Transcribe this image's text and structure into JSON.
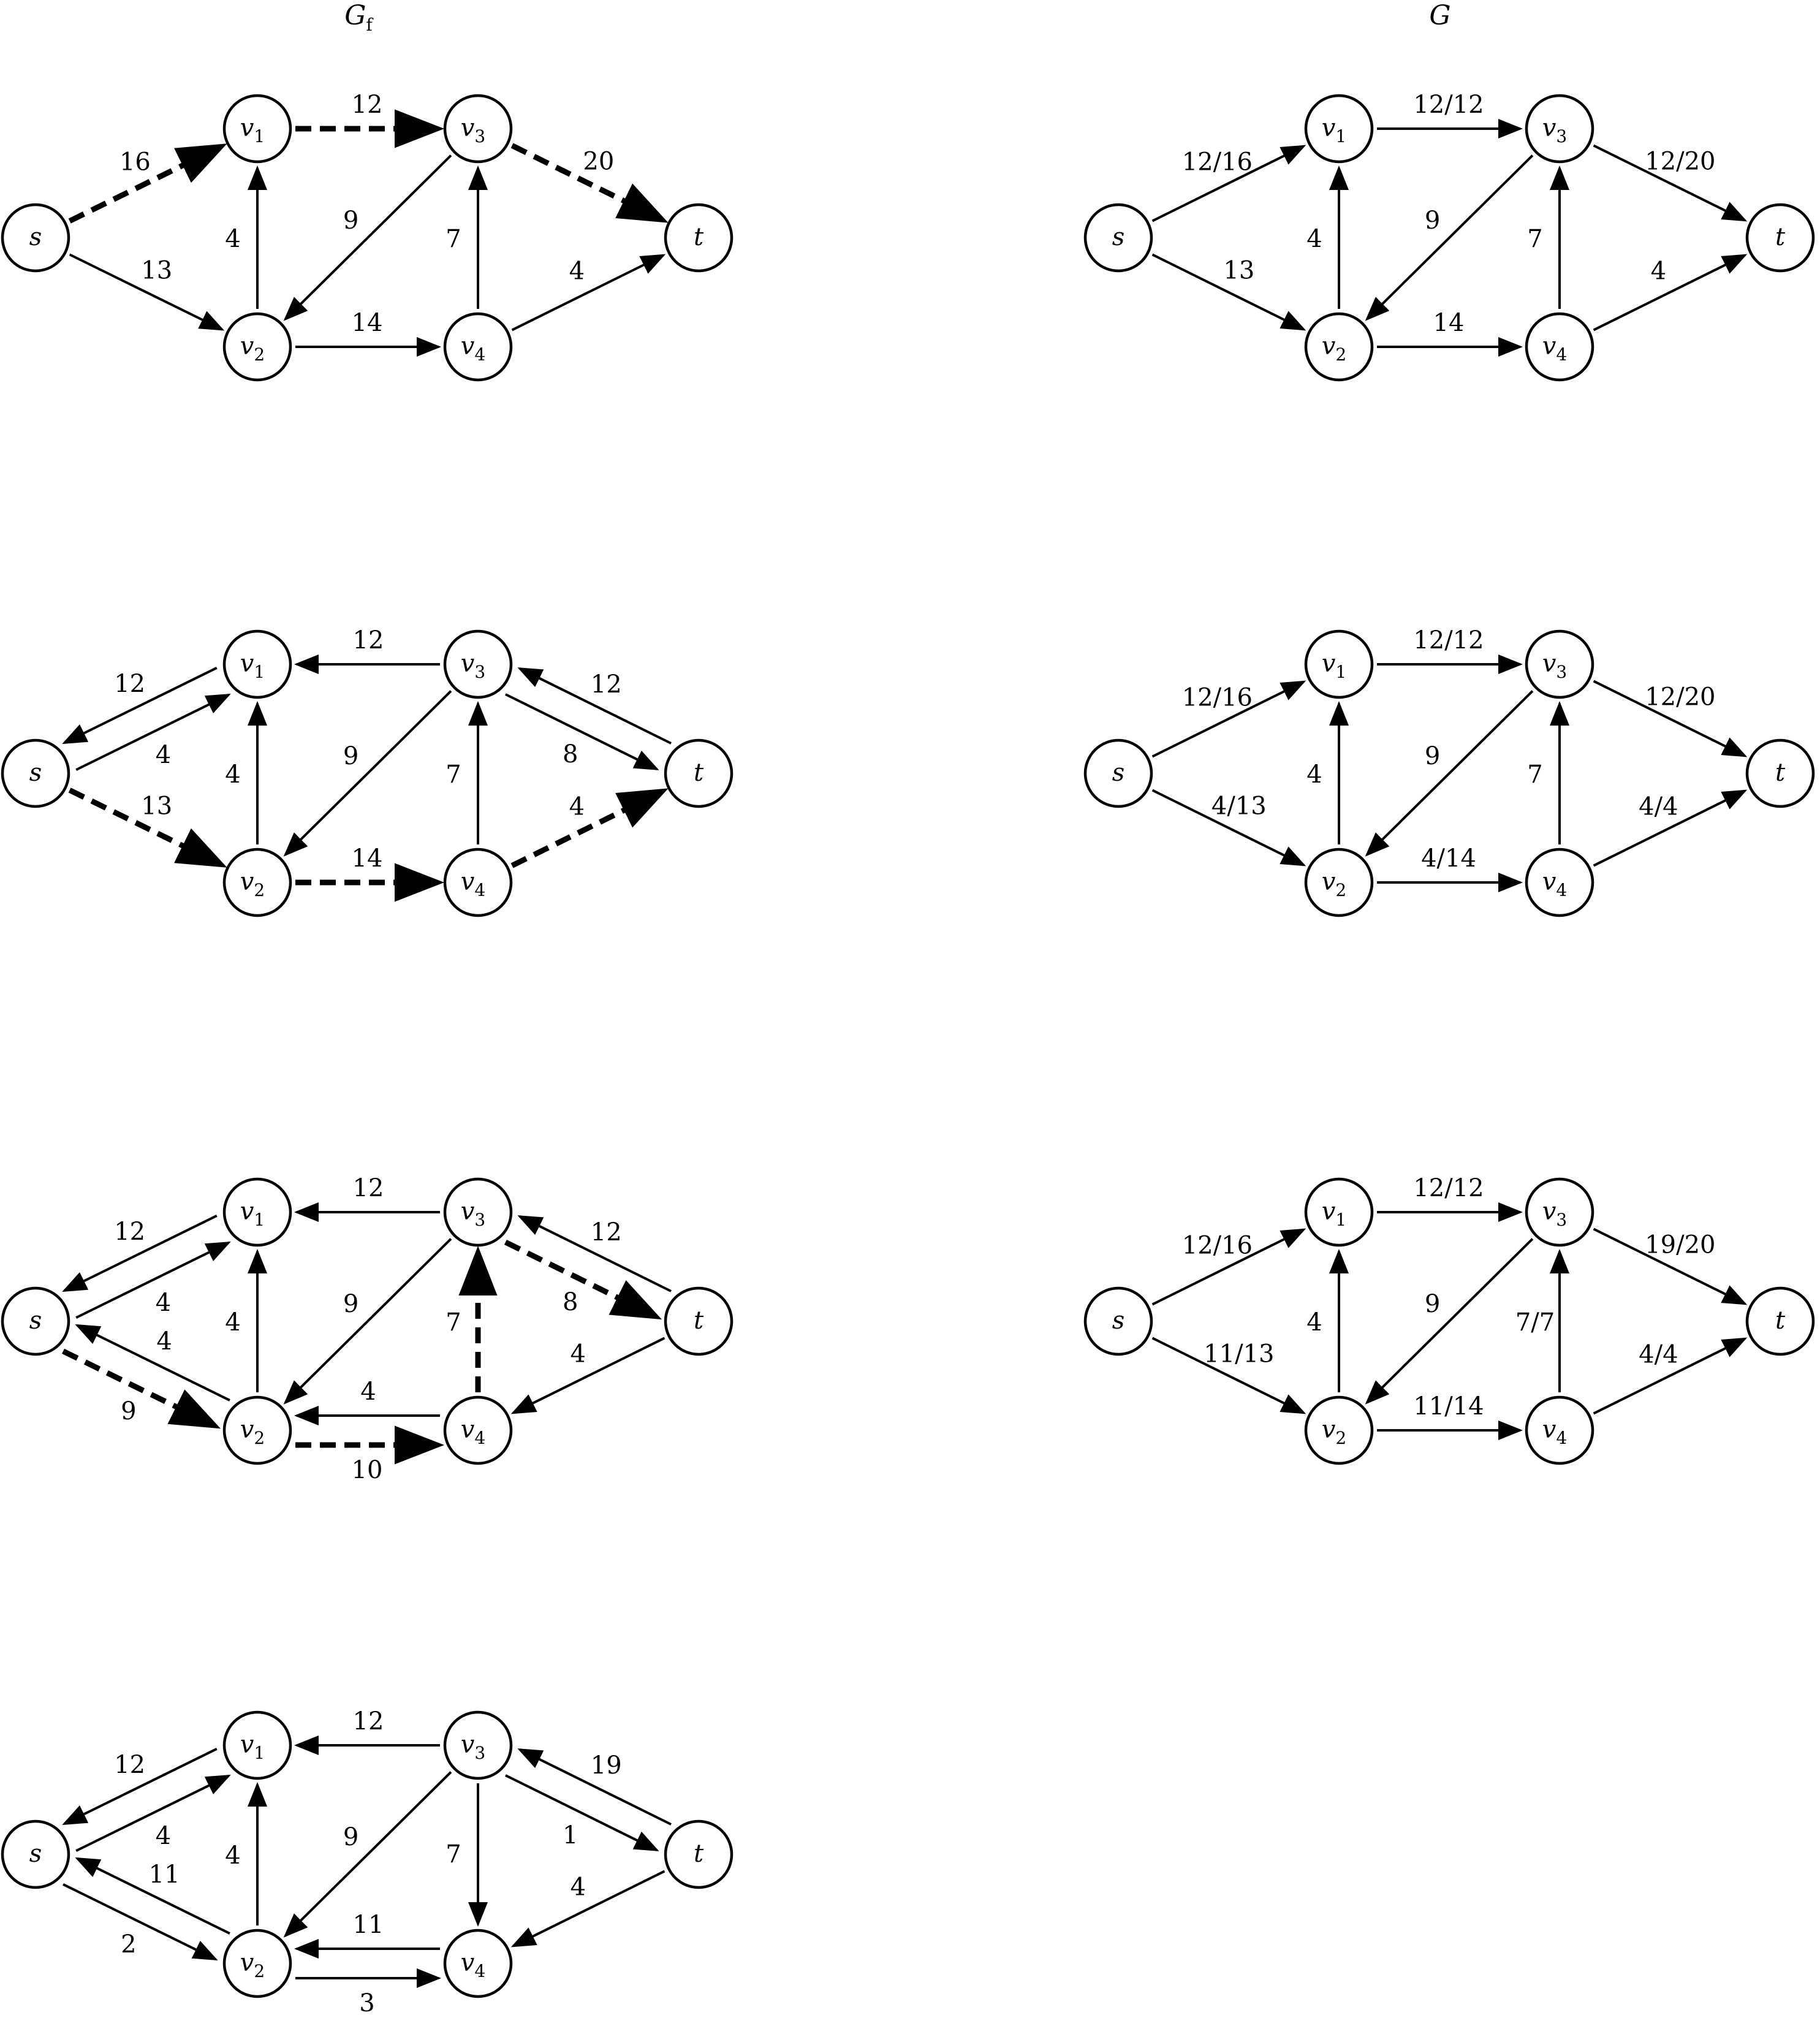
{
  "titles": {
    "left": "G",
    "left_sub": "f",
    "right": "G"
  },
  "nodes": [
    {
      "id": "s",
      "name": "s",
      "sub": ""
    },
    {
      "id": "v1",
      "name": "v",
      "sub": "1"
    },
    {
      "id": "v2",
      "name": "v",
      "sub": "2"
    },
    {
      "id": "v3",
      "name": "v",
      "sub": "3"
    },
    {
      "id": "v4",
      "name": "v",
      "sub": "4"
    },
    {
      "id": "t",
      "name": "t",
      "sub": ""
    }
  ],
  "panels": [
    {
      "id": "gf-1",
      "graph": "Gf",
      "edges": [
        {
          "from": "s",
          "to": "v1",
          "label": "16",
          "dashed": true
        },
        {
          "from": "v1",
          "to": "v3",
          "label": "12",
          "dashed": true
        },
        {
          "from": "v3",
          "to": "t",
          "label": "20",
          "dashed": true
        },
        {
          "from": "v2",
          "to": "v1",
          "label": "4"
        },
        {
          "from": "v3",
          "to": "v2",
          "label": "9"
        },
        {
          "from": "s",
          "to": "v2",
          "label": "13"
        },
        {
          "from": "v2",
          "to": "v4",
          "label": "14"
        },
        {
          "from": "v4",
          "to": "v3",
          "label": "7"
        },
        {
          "from": "v4",
          "to": "t",
          "label": "4"
        }
      ]
    },
    {
      "id": "g-1",
      "graph": "G",
      "edges": [
        {
          "from": "s",
          "to": "v1",
          "label": "12/16"
        },
        {
          "from": "v1",
          "to": "v3",
          "label": "12/12"
        },
        {
          "from": "v3",
          "to": "t",
          "label": "12/20"
        },
        {
          "from": "v2",
          "to": "v1",
          "label": "4"
        },
        {
          "from": "v3",
          "to": "v2",
          "label": "9"
        },
        {
          "from": "s",
          "to": "v2",
          "label": "13"
        },
        {
          "from": "v2",
          "to": "v4",
          "label": "14"
        },
        {
          "from": "v4",
          "to": "v3",
          "label": "7"
        },
        {
          "from": "v4",
          "to": "t",
          "label": "4"
        }
      ]
    },
    {
      "id": "gf-2",
      "graph": "Gf",
      "edges": [
        {
          "from": "s",
          "to": "v1",
          "label": "4"
        },
        {
          "from": "v1",
          "to": "s",
          "label": "12"
        },
        {
          "from": "v3",
          "to": "v1",
          "label": "12"
        },
        {
          "from": "v3",
          "to": "t",
          "label": "8"
        },
        {
          "from": "t",
          "to": "v3",
          "label": "12"
        },
        {
          "from": "v2",
          "to": "v1",
          "label": "4"
        },
        {
          "from": "v3",
          "to": "v2",
          "label": "9"
        },
        {
          "from": "v4",
          "to": "v3",
          "label": "7"
        },
        {
          "from": "s",
          "to": "v2",
          "label": "13",
          "dashed": true
        },
        {
          "from": "v2",
          "to": "v4",
          "label": "14",
          "dashed": true
        },
        {
          "from": "v4",
          "to": "t",
          "label": "4",
          "dashed": true
        }
      ]
    },
    {
      "id": "g-2",
      "graph": "G",
      "edges": [
        {
          "from": "s",
          "to": "v1",
          "label": "12/16"
        },
        {
          "from": "v1",
          "to": "v3",
          "label": "12/12"
        },
        {
          "from": "v3",
          "to": "t",
          "label": "12/20"
        },
        {
          "from": "v2",
          "to": "v1",
          "label": "4"
        },
        {
          "from": "v3",
          "to": "v2",
          "label": "9"
        },
        {
          "from": "s",
          "to": "v2",
          "label": "4/13"
        },
        {
          "from": "v2",
          "to": "v4",
          "label": "4/14"
        },
        {
          "from": "v4",
          "to": "v3",
          "label": "7"
        },
        {
          "from": "v4",
          "to": "t",
          "label": "4/4"
        }
      ]
    },
    {
      "id": "gf-3",
      "graph": "Gf",
      "edges": [
        {
          "from": "s",
          "to": "v1",
          "label": "4"
        },
        {
          "from": "v1",
          "to": "s",
          "label": "12"
        },
        {
          "from": "v3",
          "to": "v1",
          "label": "12"
        },
        {
          "from": "v3",
          "to": "t",
          "label": "8",
          "dashed": true
        },
        {
          "from": "t",
          "to": "v3",
          "label": "12"
        },
        {
          "from": "v2",
          "to": "v1",
          "label": "4"
        },
        {
          "from": "v3",
          "to": "v2",
          "label": "9"
        },
        {
          "from": "v4",
          "to": "v3",
          "label": "7",
          "dashed": true
        },
        {
          "from": "s",
          "to": "v2",
          "label": "9",
          "dashed": true
        },
        {
          "from": "v2",
          "to": "s",
          "label": "4"
        },
        {
          "from": "v2",
          "to": "v4",
          "label": "10",
          "dashed": true
        },
        {
          "from": "v4",
          "to": "v2",
          "label": "4"
        },
        {
          "from": "t",
          "to": "v4",
          "label": "4"
        }
      ]
    },
    {
      "id": "g-3",
      "graph": "G",
      "edges": [
        {
          "from": "s",
          "to": "v1",
          "label": "12/16"
        },
        {
          "from": "v1",
          "to": "v3",
          "label": "12/12"
        },
        {
          "from": "v3",
          "to": "t",
          "label": "19/20"
        },
        {
          "from": "v2",
          "to": "v1",
          "label": "4"
        },
        {
          "from": "v3",
          "to": "v2",
          "label": "9"
        },
        {
          "from": "s",
          "to": "v2",
          "label": "11/13"
        },
        {
          "from": "v2",
          "to": "v4",
          "label": "11/14"
        },
        {
          "from": "v4",
          "to": "v3",
          "label": "7/7"
        },
        {
          "from": "v4",
          "to": "t",
          "label": "4/4"
        }
      ]
    },
    {
      "id": "gf-4",
      "graph": "Gf",
      "edges": [
        {
          "from": "s",
          "to": "v1",
          "label": "4"
        },
        {
          "from": "v1",
          "to": "s",
          "label": "12"
        },
        {
          "from": "v3",
          "to": "v1",
          "label": "12"
        },
        {
          "from": "v3",
          "to": "t",
          "label": "1"
        },
        {
          "from": "t",
          "to": "v3",
          "label": "19"
        },
        {
          "from": "v2",
          "to": "v1",
          "label": "4"
        },
        {
          "from": "v3",
          "to": "v2",
          "label": "9"
        },
        {
          "from": "v3",
          "to": "v4",
          "label": "7"
        },
        {
          "from": "s",
          "to": "v2",
          "label": "2"
        },
        {
          "from": "v2",
          "to": "s",
          "label": "11"
        },
        {
          "from": "v2",
          "to": "v4",
          "label": "3"
        },
        {
          "from": "v4",
          "to": "v2",
          "label": "11"
        },
        {
          "from": "t",
          "to": "v4",
          "label": "4"
        }
      ]
    }
  ]
}
